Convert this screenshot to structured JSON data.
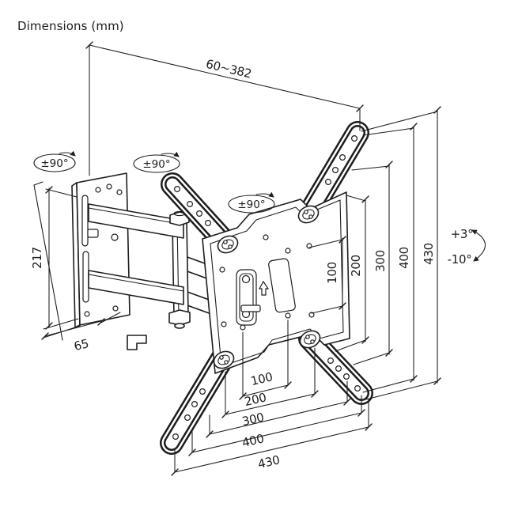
{
  "title": "Dimensions (mm)",
  "dims": {
    "extension_range": "60~382",
    "wall_plate_height": "217",
    "wall_plate_width": "65",
    "vesa_vertical": [
      "100",
      "200",
      "300",
      "400",
      "430"
    ],
    "vesa_horizontal": [
      "100",
      "200",
      "300",
      "400",
      "430"
    ]
  },
  "angles": {
    "swivel_wall": "±90°",
    "swivel_arm": "±90°",
    "swivel_plate": "±90°",
    "tilt_up": "+3°",
    "tilt_down": "-10°"
  },
  "colors": {
    "line": "#1d1d1f",
    "background": "#ffffff"
  }
}
